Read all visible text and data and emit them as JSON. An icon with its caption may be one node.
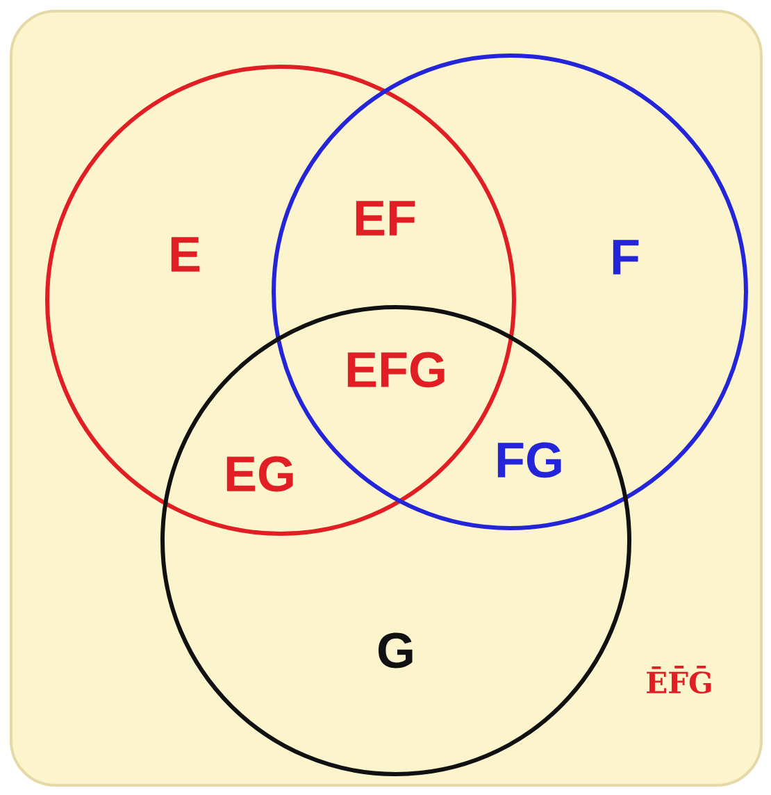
{
  "diagram": {
    "nodes": [
      {
        "text": [],
        "shape": "circle"
      },
      {
        "text": [],
        "shape": "circle"
      },
      {
        "text": [],
        "shape": "circle"
      }
    ],
    "labels": [
      "E",
      "EF",
      "F",
      "EFG",
      "EG",
      "FG",
      "G",
      "ĒF̄Ḡ"
    ]
  }
}
